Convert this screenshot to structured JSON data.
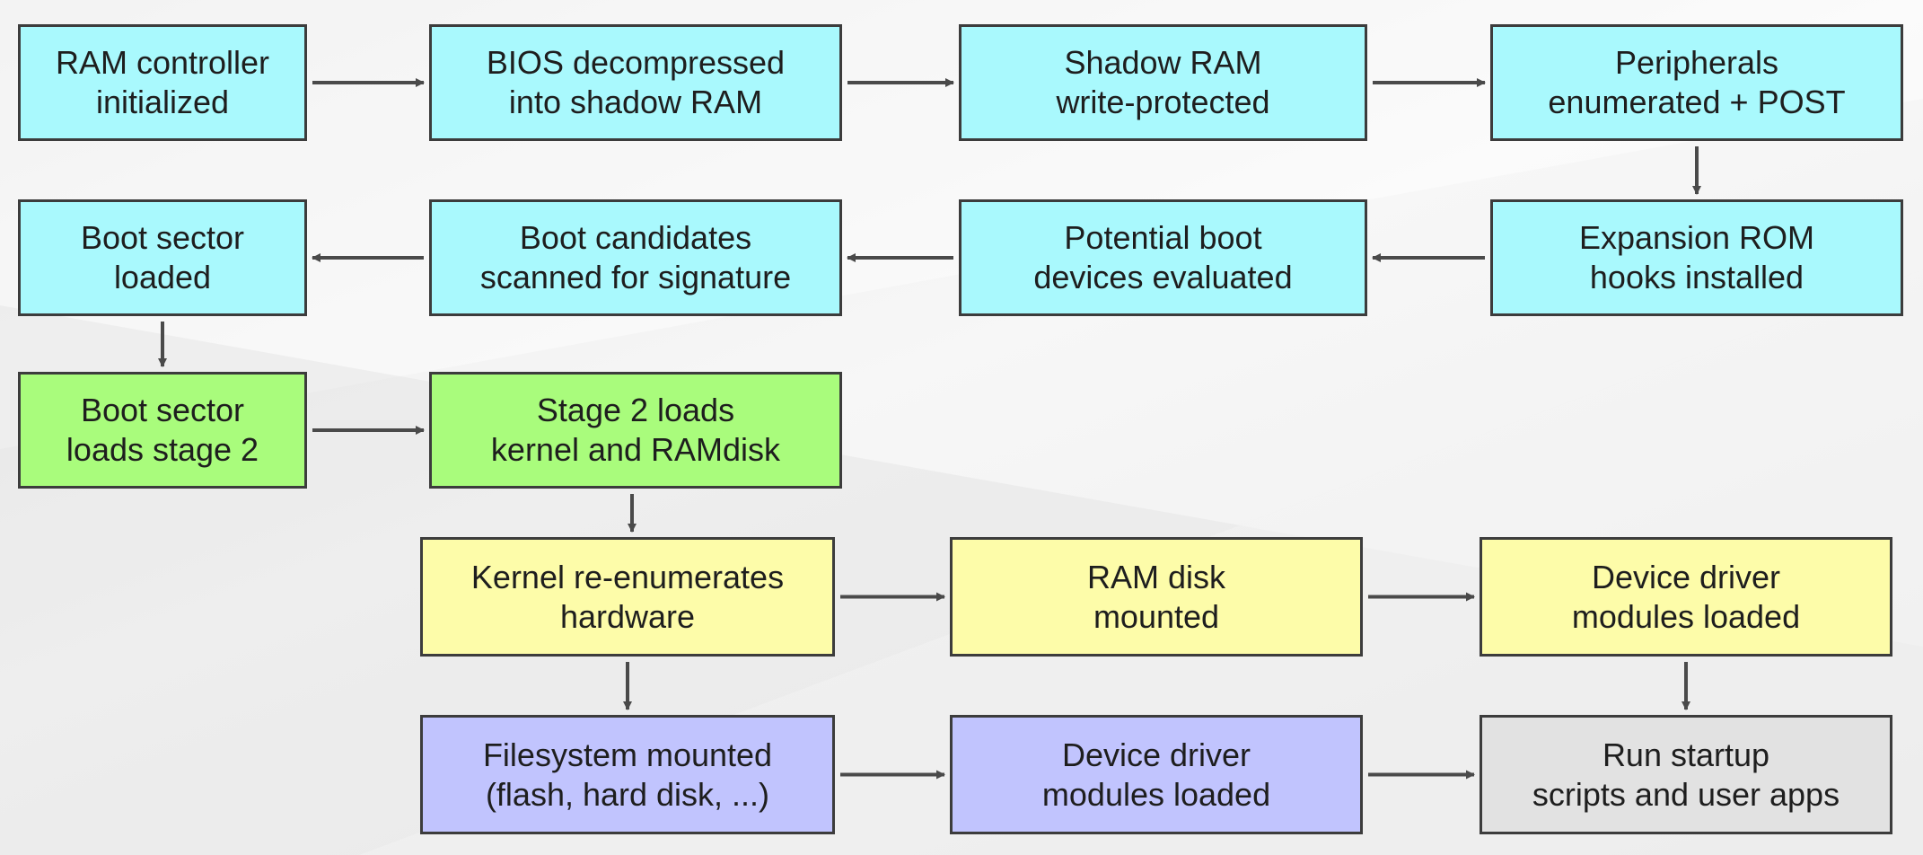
{
  "colors": {
    "cyan": "#a9f9fd",
    "green": "#a9fc7c",
    "yellow": "#fdfca9",
    "violet": "#c1c4fe",
    "gray": "#e2e2e2",
    "border": "#3c3c3c",
    "arrow": "#4a4a4a"
  },
  "steps": [
    {
      "id": "b1",
      "color": "cyan",
      "label": "RAM controller\ninitialized"
    },
    {
      "id": "b2",
      "color": "cyan",
      "label": "BIOS decompressed\ninto shadow RAM"
    },
    {
      "id": "b3",
      "color": "cyan",
      "label": "Shadow RAM\nwrite-protected"
    },
    {
      "id": "b4",
      "color": "cyan",
      "label": "Peripherals\nenumerated + POST"
    },
    {
      "id": "b5",
      "color": "cyan",
      "label": "Expansion ROM\nhooks installed"
    },
    {
      "id": "b6",
      "color": "cyan",
      "label": "Potential boot\ndevices evaluated"
    },
    {
      "id": "b7",
      "color": "cyan",
      "label": "Boot candidates\nscanned for signature"
    },
    {
      "id": "b8",
      "color": "cyan",
      "label": "Boot sector\nloaded"
    },
    {
      "id": "b9",
      "color": "green",
      "label": "Boot sector\nloads stage 2"
    },
    {
      "id": "b10",
      "color": "green",
      "label": "Stage 2 loads\nkernel and RAMdisk"
    },
    {
      "id": "b11",
      "color": "yellow",
      "label": "Kernel re-enumerates\nhardware"
    },
    {
      "id": "b12",
      "color": "yellow",
      "label": "RAM disk\nmounted"
    },
    {
      "id": "b13",
      "color": "yellow",
      "label": "Device driver\nmodules loaded"
    },
    {
      "id": "b14",
      "color": "violet",
      "label": "Filesystem mounted\n(flash, hard disk, ...)"
    },
    {
      "id": "b15",
      "color": "violet",
      "label": "Device driver\nmodules loaded"
    },
    {
      "id": "b16",
      "color": "gray",
      "label": "Run startup\nscripts and user apps"
    }
  ],
  "links": [
    {
      "from": "b1",
      "to": "b2"
    },
    {
      "from": "b2",
      "to": "b3"
    },
    {
      "from": "b3",
      "to": "b4"
    },
    {
      "from": "b4",
      "to": "b5"
    },
    {
      "from": "b5",
      "to": "b6"
    },
    {
      "from": "b6",
      "to": "b7"
    },
    {
      "from": "b7",
      "to": "b8"
    },
    {
      "from": "b8",
      "to": "b9"
    },
    {
      "from": "b9",
      "to": "b10"
    },
    {
      "from": "b10",
      "to": "b11"
    },
    {
      "from": "b11",
      "to": "b12"
    },
    {
      "from": "b12",
      "to": "b13"
    },
    {
      "from": "b11",
      "to": "b14"
    },
    {
      "from": "b14",
      "to": "b15"
    },
    {
      "from": "b15",
      "to": "b16"
    },
    {
      "from": "b13",
      "to": "b16"
    }
  ]
}
